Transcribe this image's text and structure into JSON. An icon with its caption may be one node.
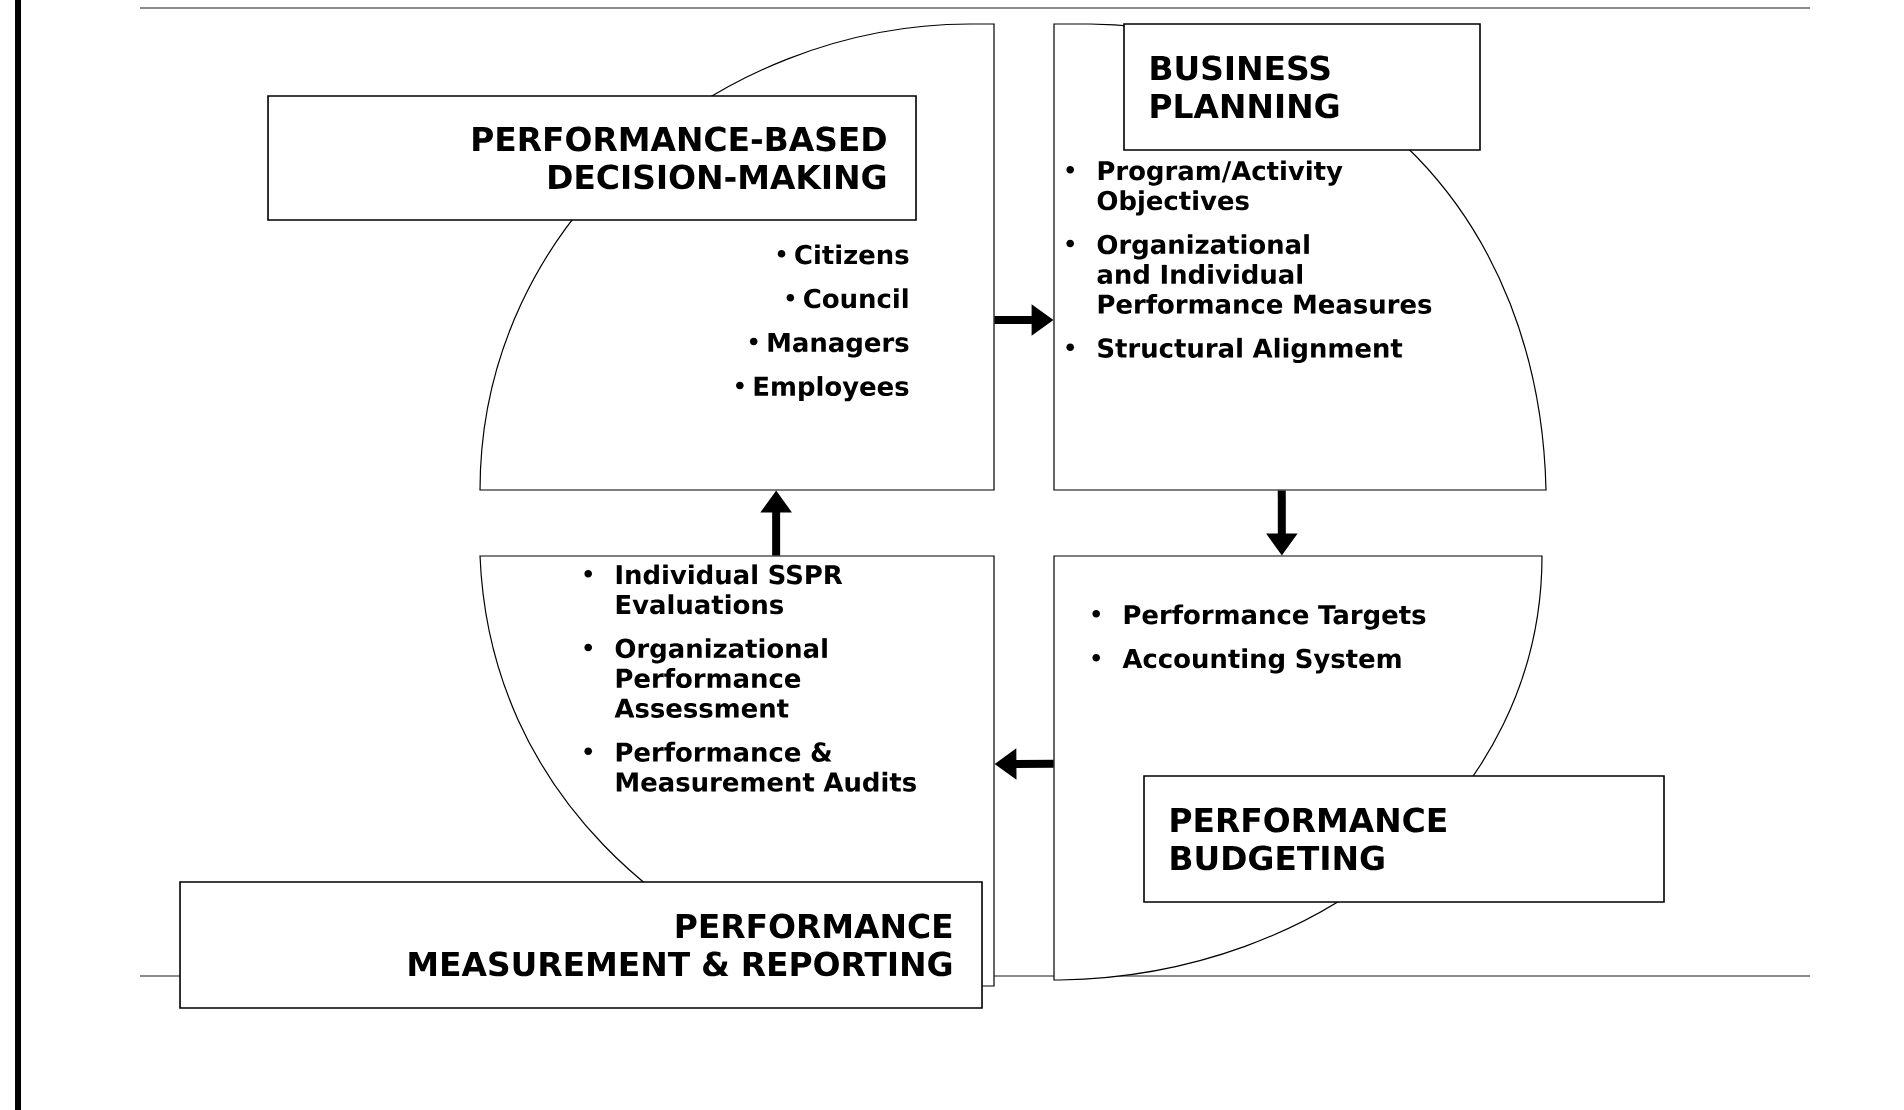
{
  "diagram": {
    "nodes": [
      {
        "text": [
          "PERFORMANCE-BASED DECISION-MAKING",
          "Citizens",
          "Council",
          "Managers",
          "Employees"
        ]
      },
      {
        "text": [
          "BUSINESS PLANNING",
          "Program/Activity Objectives",
          "Organizational and Individual Performance Measures",
          "Structural Alignment"
        ]
      },
      {
        "text": [
          "Performance Targets",
          "Accounting System",
          "PERFORMANCE BUDGETING"
        ]
      },
      {
        "text": [
          "Individual SSPR Evaluations",
          "Organizational Performance Assessment",
          "Performance & Measurement Audits",
          "PERFORMANCE MEASUREMENT & REPORTING"
        ]
      }
    ],
    "edges": [
      {
        "from": 0,
        "to": 1,
        "arrow": "to"
      },
      {
        "from": 1,
        "to": 2,
        "arrow": "to"
      },
      {
        "from": 2,
        "to": 3,
        "arrow": "to"
      },
      {
        "from": 3,
        "to": 0,
        "arrow": "to"
      }
    ]
  }
}
